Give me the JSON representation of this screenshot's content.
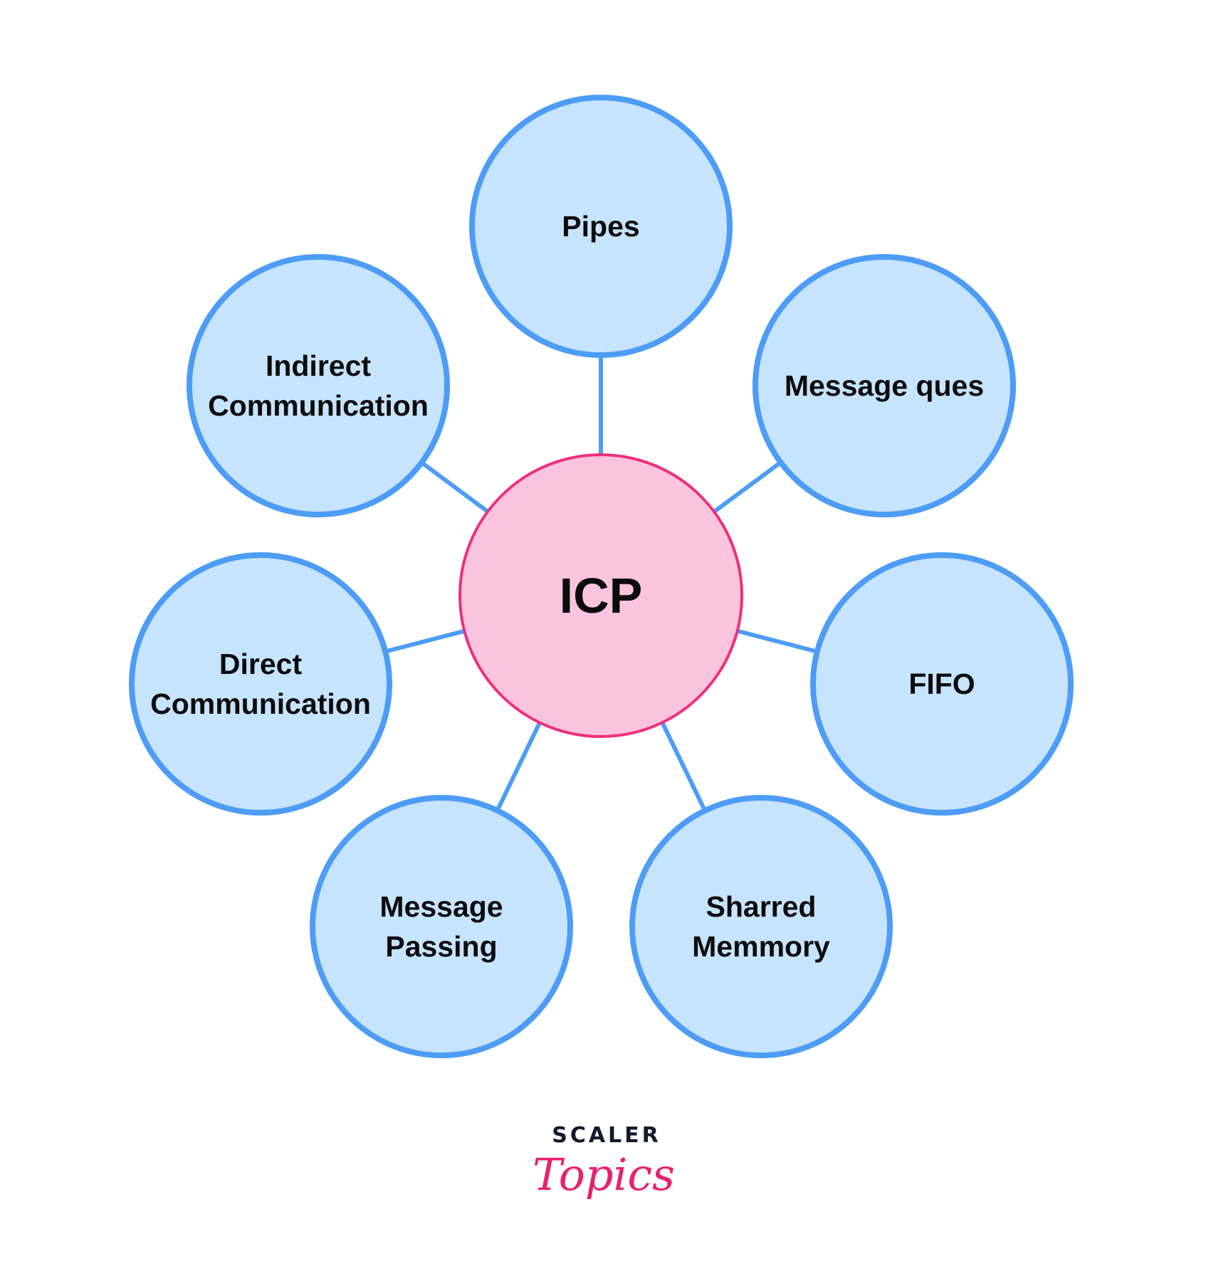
{
  "diagram": {
    "title": "ICP",
    "center": {
      "label": "ICP"
    },
    "nodes": [
      {
        "id": "pipes",
        "lines": [
          "Pipes"
        ]
      },
      {
        "id": "message-ques",
        "lines": [
          "Message ques"
        ]
      },
      {
        "id": "fifo",
        "lines": [
          "FIFO"
        ]
      },
      {
        "id": "sharred-memmory",
        "lines": [
          "Sharred",
          "Memmory"
        ]
      },
      {
        "id": "message-passing",
        "lines": [
          "Message",
          "Passing"
        ]
      },
      {
        "id": "direct-communication",
        "lines": [
          "Direct",
          "Communication"
        ]
      },
      {
        "id": "indirect-communication",
        "lines": [
          "Indirect",
          "Communication"
        ]
      }
    ],
    "edges": [
      [
        "ICP",
        "pipes"
      ],
      [
        "ICP",
        "message-ques"
      ],
      [
        "ICP",
        "fifo"
      ],
      [
        "ICP",
        "sharred-memmory"
      ],
      [
        "ICP",
        "message-passing"
      ],
      [
        "ICP",
        "direct-communication"
      ],
      [
        "ICP",
        "indirect-communication"
      ]
    ],
    "colors": {
      "node_fill": "#c6e4fd",
      "node_stroke": "#4d9cf6",
      "center_fill": "#fbc4de",
      "center_stroke": "#ee2f7c",
      "text": "#0b0b0b"
    }
  },
  "brand": {
    "top": "SCALER",
    "script": "Topics",
    "colors": {
      "top": "#131a2c",
      "script": "#e8206f"
    }
  }
}
